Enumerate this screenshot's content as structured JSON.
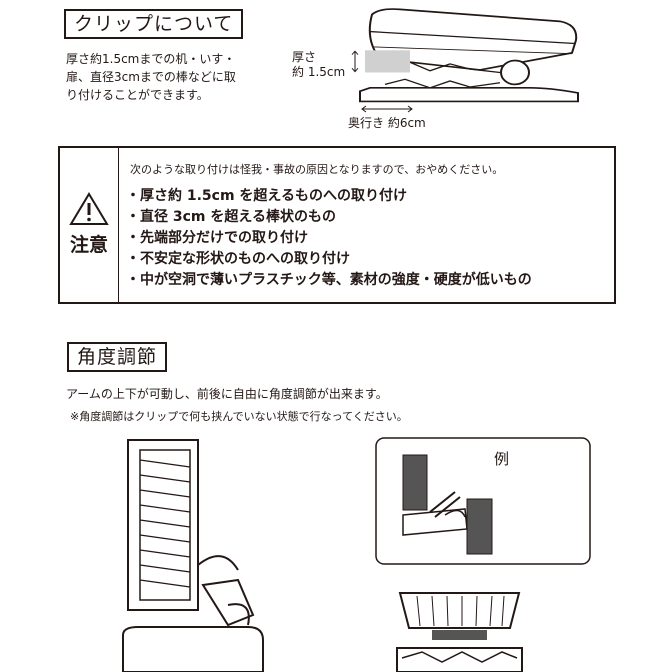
{
  "clip_section": {
    "title": "クリップについて",
    "description_lines": [
      "厚さ約1.5cmまでの机・いす・",
      "扉、直径3cmまでの棒などに取",
      "り付けることができます。"
    ],
    "thickness_label_1": "厚さ",
    "thickness_label_2": "約 1.5cm",
    "depth_label": "奥行き 約6cm"
  },
  "caution": {
    "heading": "注意",
    "lead": "次のような取り付けは怪我・事故の原因となりますので、おやめください。",
    "items": [
      "厚さ約 1.5cm を超えるものへの取り付け",
      "直径 3cm を超える棒状のもの",
      "先端部分だけでの取り付け",
      "不安定な形状のものへの取り付け",
      "中が空洞で薄いプラスチック等、素材の強度・硬度が低いもの"
    ]
  },
  "angle_section": {
    "title": "角度調節",
    "description": "アームの上下が可動し、前後に自由に角度調節が出来ます。",
    "note": "※角度調節はクリップで何も挟んでいない状態で行なってください。",
    "example_label": "例"
  }
}
